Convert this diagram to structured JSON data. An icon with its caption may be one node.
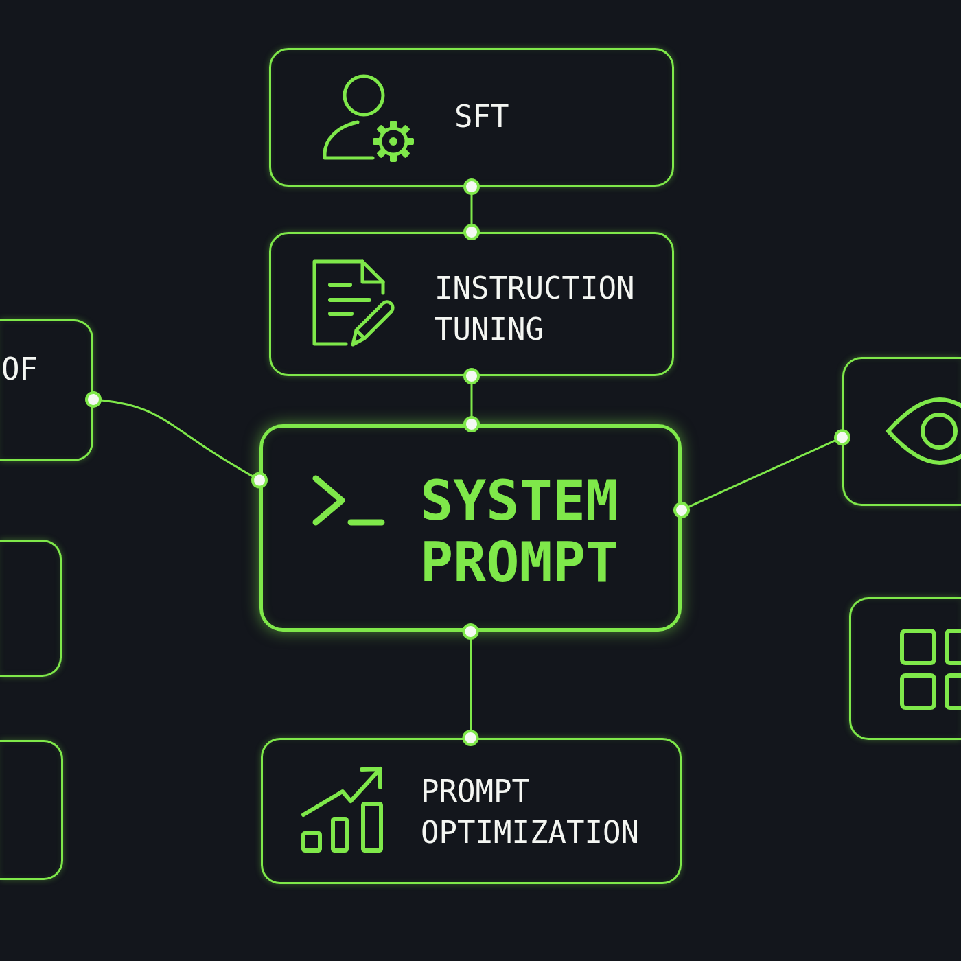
{
  "diagram": {
    "nodes": [
      {
        "text": [
          "SFT"
        ]
      },
      {
        "text": [
          "INSTRUCTION TUNING"
        ]
      },
      {
        "text": [
          "OF"
        ]
      },
      {
        "text": [],
        "shape": "box"
      },
      {
        "text": [
          "SYSTEM PROMPT"
        ]
      },
      {
        "text": [],
        "shape": "box"
      },
      {
        "text": [],
        "shape": "box"
      },
      {
        "text": [
          "PROMPT OPTIMIZATION"
        ]
      },
      {
        "text": [],
        "shape": "box"
      }
    ],
    "edges": [
      {
        "from": 0,
        "to": 1,
        "arrow": "other"
      },
      {
        "from": 1,
        "to": 4,
        "arrow": "other"
      },
      {
        "from": 2,
        "to": 4,
        "arrow": "other"
      },
      {
        "from": 4,
        "to": 3,
        "arrow": "other"
      },
      {
        "from": 4,
        "to": 7,
        "arrow": "other"
      }
    ]
  }
}
